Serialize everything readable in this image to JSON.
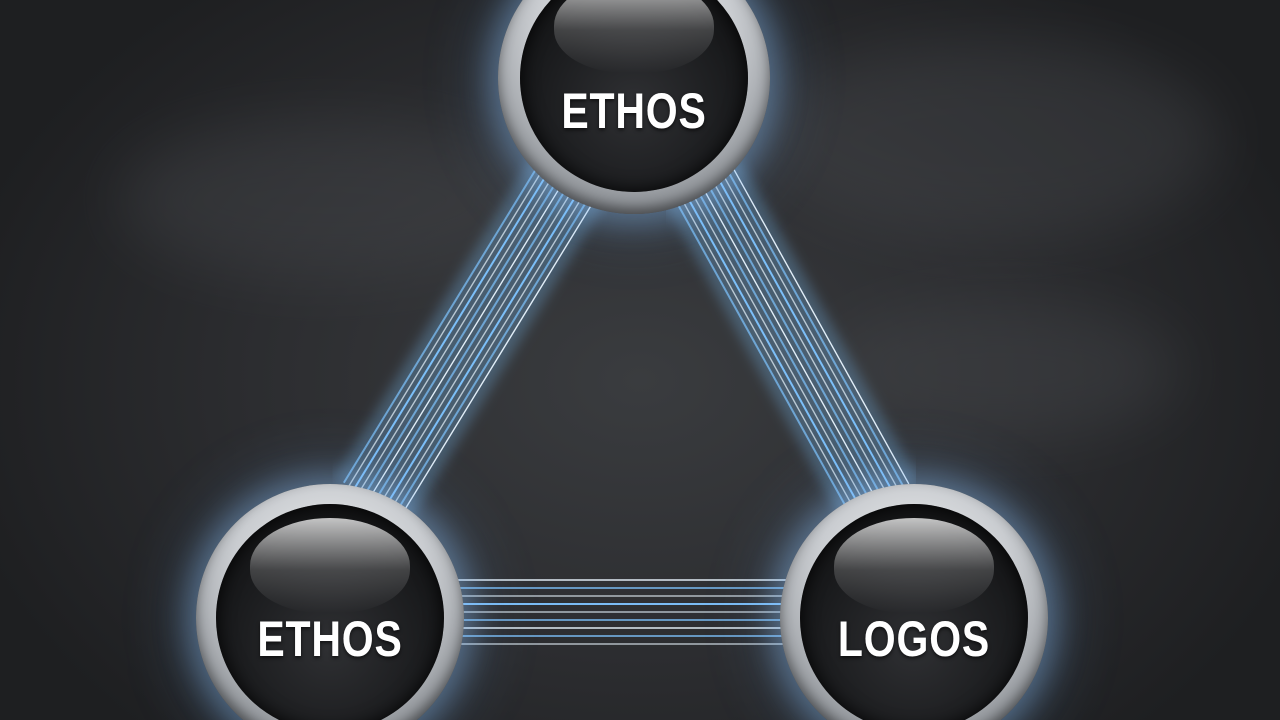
{
  "diagram": {
    "nodes": {
      "top": {
        "label": "ETHOS"
      },
      "bottom_left": {
        "label": "ETHOS"
      },
      "bottom_right": {
        "label": "LOGOS"
      }
    },
    "connections": [
      {
        "from": "top",
        "to": "bottom_left"
      },
      {
        "from": "top",
        "to": "bottom_right"
      },
      {
        "from": "bottom_left",
        "to": "bottom_right"
      }
    ],
    "colors": {
      "background": "#2a2b2d",
      "beam_glow": "#7fc4ff",
      "beam_core": "#eaf6ff",
      "node_ring": "#c9ccd0",
      "node_face": "#1a1b1d",
      "label": "#ffffff"
    }
  }
}
